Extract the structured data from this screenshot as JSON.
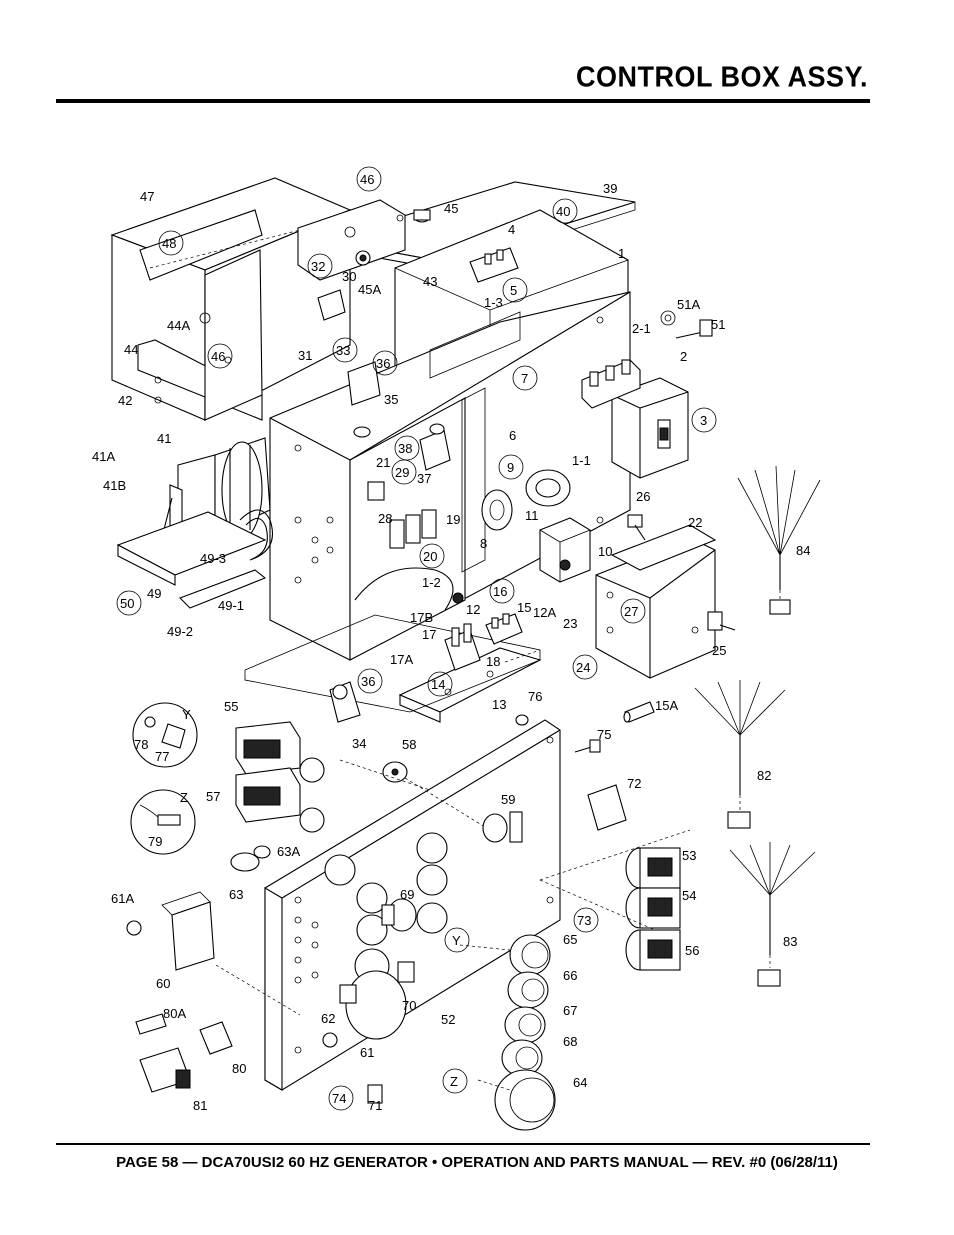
{
  "header": {
    "title": "CONTROL BOX ASSY."
  },
  "footer": {
    "text": "PAGE 58 — DCA70USI2 60 HZ GENERATOR • OPERATION AND PARTS MANUAL — REV. #0 (06/28/11)"
  },
  "diagram": {
    "callouts": [
      {
        "label": "47",
        "circled": false
      },
      {
        "label": "46",
        "circled": true
      },
      {
        "label": "48",
        "circled": true
      },
      {
        "label": "45",
        "circled": false
      },
      {
        "label": "40",
        "circled": true
      },
      {
        "label": "39",
        "circled": false
      },
      {
        "label": "4",
        "circled": false
      },
      {
        "label": "1",
        "circled": false
      },
      {
        "label": "32",
        "circled": true
      },
      {
        "label": "30",
        "circled": false
      },
      {
        "label": "43",
        "circled": false
      },
      {
        "label": "5",
        "circled": true
      },
      {
        "label": "45A",
        "circled": false
      },
      {
        "label": "1-3",
        "circled": false
      },
      {
        "label": "51A",
        "circled": false
      },
      {
        "label": "44A",
        "circled": false
      },
      {
        "label": "44",
        "circled": false
      },
      {
        "label": "31",
        "circled": false
      },
      {
        "label": "33",
        "circled": true
      },
      {
        "label": "2-1",
        "circled": false
      },
      {
        "label": "51",
        "circled": false
      },
      {
        "label": "46",
        "circled": true
      },
      {
        "label": "36",
        "circled": true
      },
      {
        "label": "2",
        "circled": false
      },
      {
        "label": "42",
        "circled": false
      },
      {
        "label": "35",
        "circled": false
      },
      {
        "label": "7",
        "circled": true
      },
      {
        "label": "3",
        "circled": true
      },
      {
        "label": "6",
        "circled": false
      },
      {
        "label": "41",
        "circled": false
      },
      {
        "label": "38",
        "circled": true
      },
      {
        "label": "41A",
        "circled": false
      },
      {
        "label": "21",
        "circled": false
      },
      {
        "label": "9",
        "circled": true
      },
      {
        "label": "1-1",
        "circled": false
      },
      {
        "label": "41B",
        "circled": false
      },
      {
        "label": "29",
        "circled": true
      },
      {
        "label": "37",
        "circled": false
      },
      {
        "label": "26",
        "circled": false
      },
      {
        "label": "11",
        "circled": false
      },
      {
        "label": "22",
        "circled": false
      },
      {
        "label": "28",
        "circled": false
      },
      {
        "label": "19",
        "circled": false
      },
      {
        "label": "8",
        "circled": false
      },
      {
        "label": "10",
        "circled": false
      },
      {
        "label": "84",
        "circled": false
      },
      {
        "label": "49-3",
        "circled": false
      },
      {
        "label": "20",
        "circled": true
      },
      {
        "label": "1-2",
        "circled": false
      },
      {
        "label": "50",
        "circled": true
      },
      {
        "label": "49",
        "circled": false
      },
      {
        "label": "49-1",
        "circled": false
      },
      {
        "label": "12",
        "circled": false
      },
      {
        "label": "16",
        "circled": true
      },
      {
        "label": "15",
        "circled": false
      },
      {
        "label": "12A",
        "circled": false
      },
      {
        "label": "27",
        "circled": true
      },
      {
        "label": "23",
        "circled": false
      },
      {
        "label": "49-2",
        "circled": false
      },
      {
        "label": "17B",
        "circled": false
      },
      {
        "label": "17",
        "circled": false
      },
      {
        "label": "18",
        "circled": false
      },
      {
        "label": "25",
        "circled": false
      },
      {
        "label": "17A",
        "circled": false
      },
      {
        "label": "24",
        "circled": true
      },
      {
        "label": "36",
        "circled": true
      },
      {
        "label": "14",
        "circled": true
      },
      {
        "label": "13",
        "circled": false
      },
      {
        "label": "55",
        "circled": false
      },
      {
        "label": "Y",
        "circled": false
      },
      {
        "label": "76",
        "circled": false
      },
      {
        "label": "15A",
        "circled": false
      },
      {
        "label": "78",
        "circled": false
      },
      {
        "label": "34",
        "circled": false
      },
      {
        "label": "58",
        "circled": false
      },
      {
        "label": "75",
        "circled": false
      },
      {
        "label": "77",
        "circled": false
      },
      {
        "label": "82",
        "circled": false
      },
      {
        "label": "72",
        "circled": false
      },
      {
        "label": "57",
        "circled": false
      },
      {
        "label": "Z",
        "circled": false
      },
      {
        "label": "59",
        "circled": false
      },
      {
        "label": "79",
        "circled": false
      },
      {
        "label": "53",
        "circled": false
      },
      {
        "label": "63A",
        "circled": false
      },
      {
        "label": "63",
        "circled": false
      },
      {
        "label": "69",
        "circled": false
      },
      {
        "label": "54",
        "circled": false
      },
      {
        "label": "61A",
        "circled": false
      },
      {
        "label": "73",
        "circled": true
      },
      {
        "label": "Y",
        "circled": true
      },
      {
        "label": "65",
        "circled": false
      },
      {
        "label": "56",
        "circled": false
      },
      {
        "label": "83",
        "circled": false
      },
      {
        "label": "60",
        "circled": false
      },
      {
        "label": "66",
        "circled": false
      },
      {
        "label": "70",
        "circled": false
      },
      {
        "label": "80A",
        "circled": false
      },
      {
        "label": "67",
        "circled": false
      },
      {
        "label": "62",
        "circled": false
      },
      {
        "label": "52",
        "circled": false
      },
      {
        "label": "68",
        "circled": false
      },
      {
        "label": "80",
        "circled": false
      },
      {
        "label": "61",
        "circled": false
      },
      {
        "label": "Z",
        "circled": true
      },
      {
        "label": "64",
        "circled": false
      },
      {
        "label": "81",
        "circled": false
      },
      {
        "label": "74",
        "circled": true
      },
      {
        "label": "71",
        "circled": false
      }
    ]
  }
}
